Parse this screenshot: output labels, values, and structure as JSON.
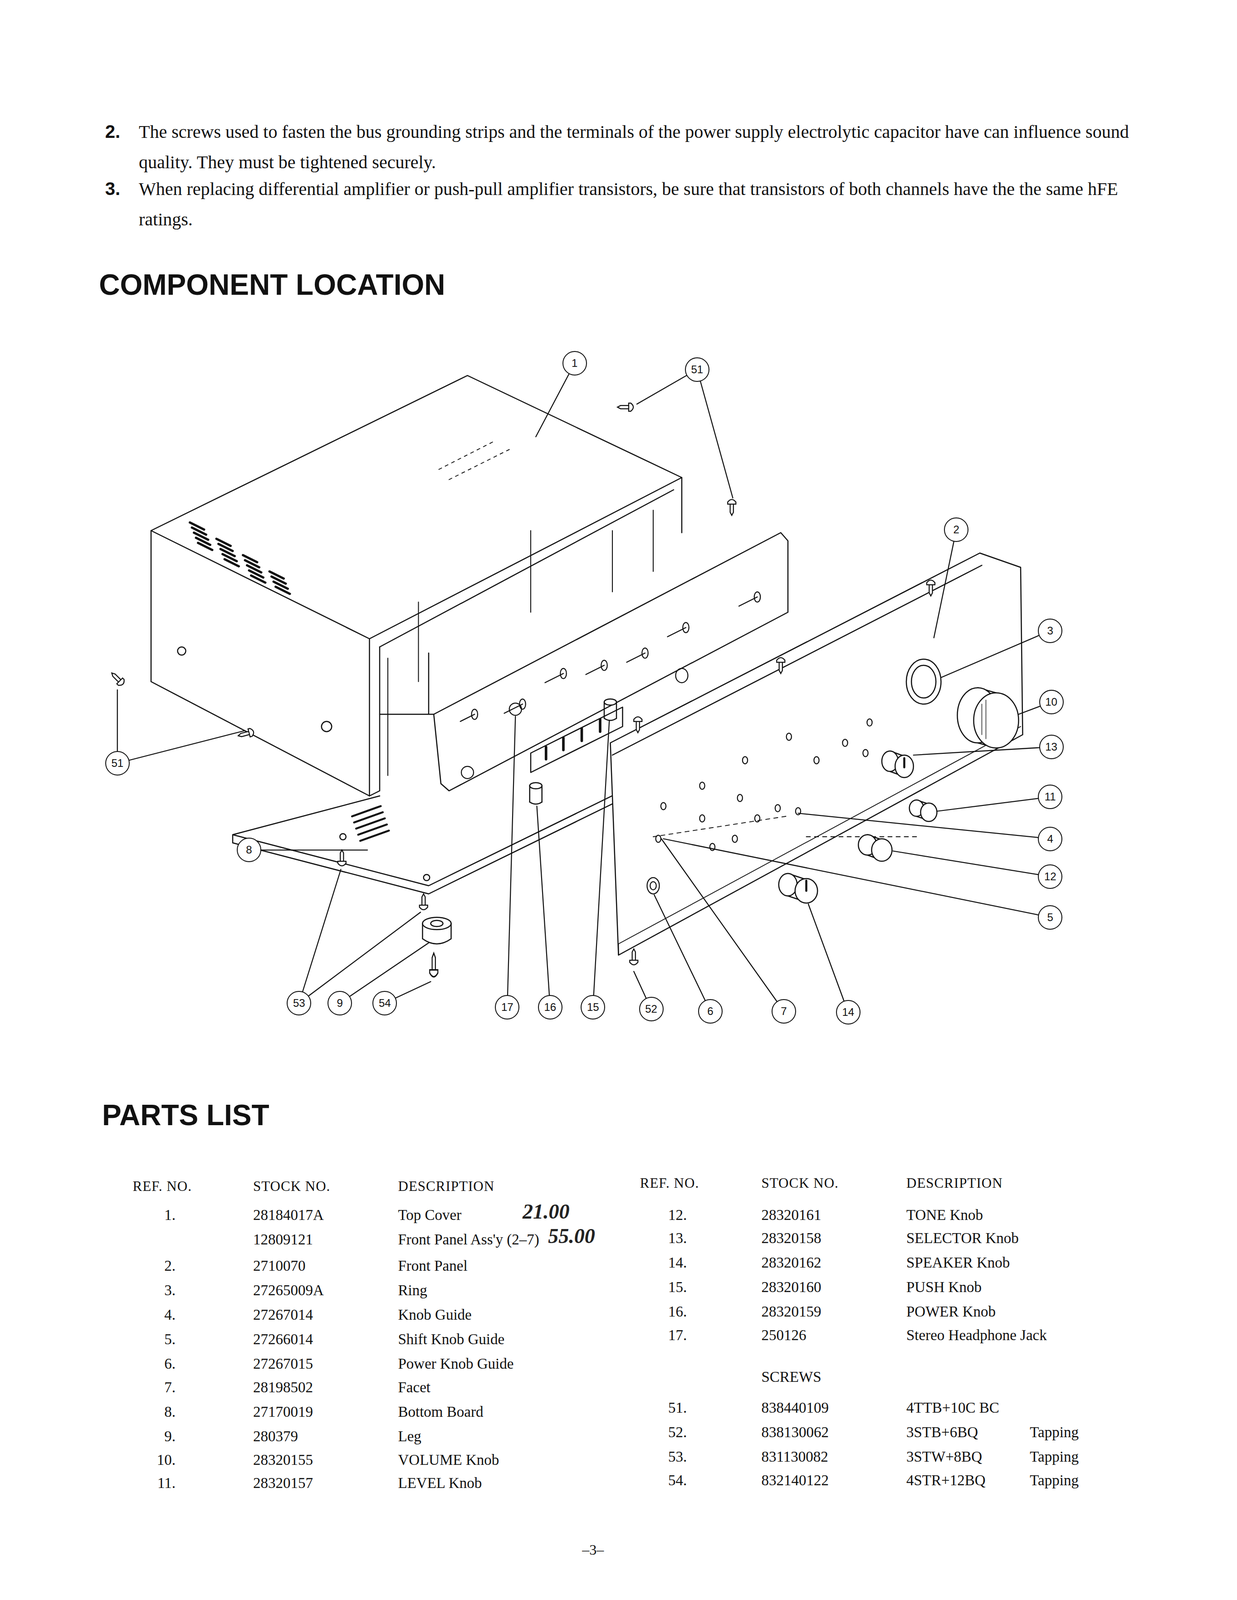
{
  "diagram": {
    "title": "COMPONENT LOCATION",
    "nodes": [
      {
        "text": [
          "1"
        ]
      },
      {
        "text": [
          "51"
        ]
      },
      {
        "text": [
          "2"
        ]
      },
      {
        "text": [
          "3"
        ]
      },
      {
        "text": [
          "10"
        ]
      },
      {
        "text": [
          "13"
        ]
      },
      {
        "text": [
          "51"
        ]
      },
      {
        "text": [
          "11"
        ]
      },
      {
        "text": [
          "4"
        ]
      },
      {
        "text": [
          "8"
        ]
      },
      {
        "text": [
          "12"
        ]
      },
      {
        "text": [
          "5"
        ]
      },
      {
        "text": [
          "53"
        ]
      },
      {
        "text": [
          "9"
        ]
      },
      {
        "text": [
          "54"
        ]
      },
      {
        "text": [
          "17"
        ]
      },
      {
        "text": [
          "16"
        ]
      },
      {
        "text": [
          "15"
        ]
      },
      {
        "text": [
          "52"
        ]
      },
      {
        "text": [
          "6"
        ]
      },
      {
        "text": [
          "7"
        ]
      },
      {
        "text": [
          "14"
        ]
      }
    ],
    "labels": [
      "2.",
      "The screws used to fasten the bus grounding strips and the terminals of the power supply electrolytic capacitor have can influence sound quality. They must be tightened securely.",
      "3.",
      "When replacing differential amplifier or push-pull amplifier transistors, be sure that transistors of both channels have the the same hFE ratings.",
      "PARTS LIST",
      "REF. NO.",
      "STOCK NO.",
      "DESCRIPTION",
      "REF. NO.",
      "STOCK NO.",
      "DESCRIPTION",
      "1.",
      "28184017A",
      "Top Cover",
      "21.00",
      "12809121",
      "Front Panel Ass'y (2–7)",
      "55.00",
      "2.",
      "2710070",
      "Front Panel",
      "3.",
      "27265009A",
      "Ring",
      "4.",
      "27267014",
      "Knob Guide",
      "5.",
      "27266014",
      "Shift Knob Guide",
      "6.",
      "27267015",
      "Power Knob Guide",
      "7.",
      "28198502",
      "Facet",
      "8.",
      "27170019",
      "Bottom Board",
      "9.",
      "280379",
      "Leg",
      "10.",
      "28320155",
      "VOLUME Knob",
      "11.",
      "28320157",
      "LEVEL Knob",
      "12.",
      "28320161",
      "TONE Knob",
      "13.",
      "28320158",
      "SELECTOR Knob",
      "14.",
      "28320162",
      "SPEAKER Knob",
      "15.",
      "28320160",
      "PUSH Knob",
      "16.",
      "28320159",
      "POWER Knob",
      "17.",
      "250126",
      "Stereo Headphone Jack",
      "SCREWS",
      "51.",
      "838440109",
      "4TTB+10C BC",
      "52.",
      "838130062",
      "3STB+6BQ",
      "Tapping",
      "53.",
      "831130082",
      "3STW+8BQ",
      "Tapping",
      "54.",
      "832140122",
      "4STR+12BQ",
      "Tapping",
      "–3–"
    ]
  }
}
